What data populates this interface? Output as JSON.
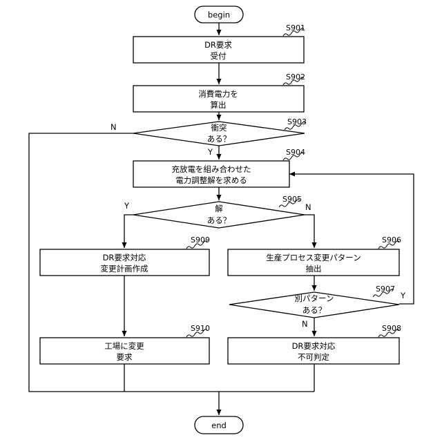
{
  "terminals": {
    "begin": "begin",
    "end": "end"
  },
  "steps": {
    "s901": {
      "id": "S901",
      "line1": "DR要求",
      "line2": "受付"
    },
    "s902": {
      "id": "S902",
      "line1": "消費電力を",
      "line2": "算出"
    },
    "s903": {
      "id": "S903",
      "line1": "衝突",
      "line2": "ある？"
    },
    "s904": {
      "id": "S904",
      "line1": "充放電を組み合わせた",
      "line2": "電力調整解を求める"
    },
    "s905": {
      "id": "S905",
      "line1": "解",
      "line2": "ある？"
    },
    "s906": {
      "id": "S906",
      "line1": "生産プロセス変更パターン",
      "line2": "抽出"
    },
    "s907": {
      "id": "S907",
      "line1": "別パターン",
      "line2": "ある？"
    },
    "s908": {
      "id": "S908",
      "line1": "DR要求対応",
      "line2": "不可判定"
    },
    "s909": {
      "id": "S909",
      "line1": "DR要求対応",
      "line2": "変更計画作成"
    },
    "s910": {
      "id": "S910",
      "line1": "工場に変更",
      "line2": "要求"
    }
  },
  "branches": {
    "s903_no": "N",
    "s903_yes": "Y",
    "s905_yes": "Y",
    "s905_no": "N",
    "s907_yes": "Y",
    "s907_no": "N"
  }
}
